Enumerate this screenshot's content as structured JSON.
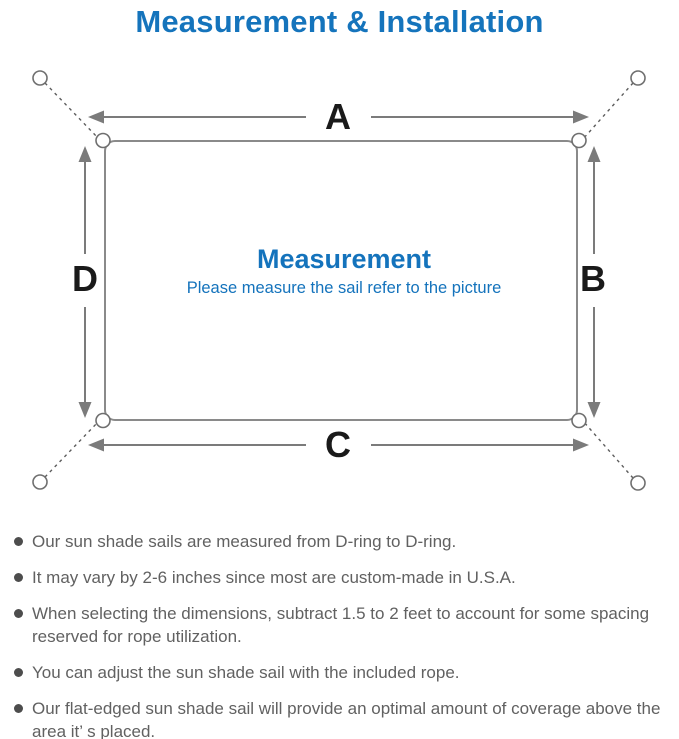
{
  "title": "Measurement & Installation",
  "diagram": {
    "labels": {
      "top": "A",
      "right": "B",
      "bottom": "C",
      "left": "D"
    },
    "center_title": "Measurement",
    "center_subtitle": "Please measure the sail refer to the picture",
    "colors": {
      "accent_blue": "#1574bc",
      "line_gray": "#7b7b7b",
      "outline_gray": "#8a8a8a",
      "label_black": "#1a1a1a",
      "note_gray": "#616161"
    }
  },
  "notes": {
    "items": [
      "Our sun shade sails are measured from D-ring to D-ring.",
      "It may vary by 2-6 inches since most are custom-made in U.S.A.",
      "When selecting the dimensions, subtract 1.5 to 2 feet to account for some spacing reserved for rope utilization.",
      "You can adjust the sun shade sail with the included rope.",
      "Our flat-edged sun shade sail will provide an optimal amount of coverage above the area it’ s placed."
    ]
  }
}
